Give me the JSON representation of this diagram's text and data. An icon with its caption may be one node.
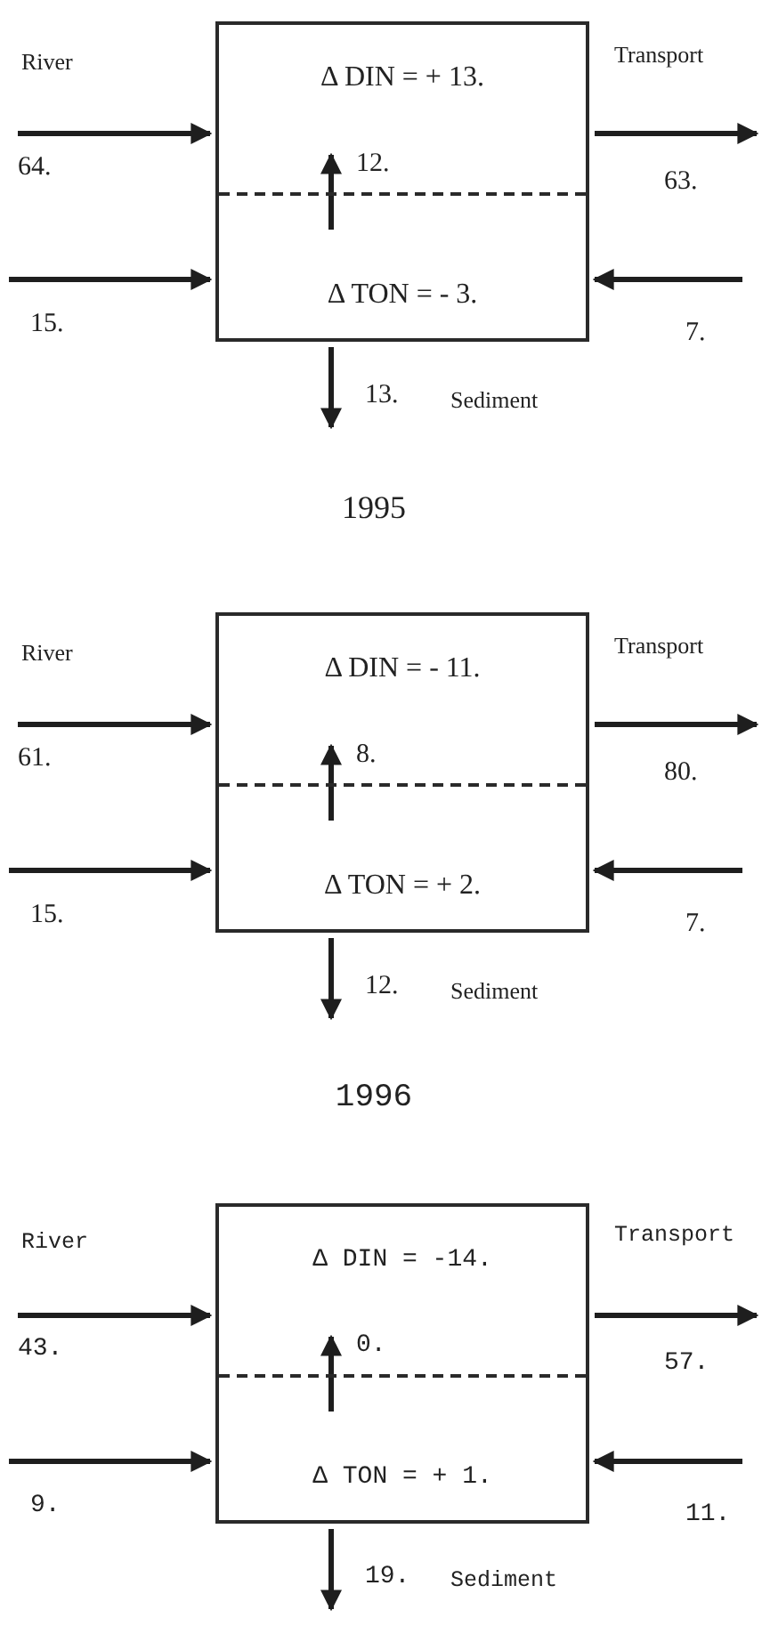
{
  "diagram": {
    "nodes": [
      {
        "text": [],
        "shape": "box"
      },
      {
        "text": [
          "Δ DIN = + 13."
        ],
        "in": 0
      },
      {
        "text": [
          "Δ TON = - 3."
        ],
        "in": 0
      },
      {
        "text": [],
        "shape": "box"
      },
      {
        "text": [
          "Δ DIN = - 11."
        ],
        "in": 3
      },
      {
        "text": [
          "Δ TON = + 2."
        ],
        "in": 3
      },
      {
        "text": [],
        "shape": "box"
      },
      {
        "text": [
          "Δ DIN = -14."
        ],
        "in": 6
      },
      {
        "text": [
          "Δ TON = + 1."
        ],
        "in": 6
      }
    ],
    "edges": [
      {
        "from": null,
        "to": 1,
        "arrow": "to",
        "label": "64."
      },
      {
        "from": null,
        "to": 2,
        "arrow": "to",
        "label": "15."
      },
      {
        "from": 1,
        "to": null,
        "arrow": "to",
        "label": "63."
      },
      {
        "from": null,
        "to": 2,
        "arrow": "to",
        "label": "7."
      },
      {
        "from": 2,
        "to": 1,
        "arrow": "to",
        "label": "12."
      },
      {
        "from": 2,
        "to": null,
        "arrow": "to",
        "label": "13."
      },
      {
        "from": null,
        "to": 4,
        "arrow": "to",
        "label": "61."
      },
      {
        "from": null,
        "to": 5,
        "arrow": "to",
        "label": "15."
      },
      {
        "from": 4,
        "to": null,
        "arrow": "to",
        "label": "80."
      },
      {
        "from": null,
        "to": 5,
        "arrow": "to",
        "label": "7."
      },
      {
        "from": 5,
        "to": 4,
        "arrow": "to",
        "label": "8."
      },
      {
        "from": 5,
        "to": null,
        "arrow": "to",
        "label": "12."
      },
      {
        "from": null,
        "to": 7,
        "arrow": "to",
        "label": "43."
      },
      {
        "from": null,
        "to": 8,
        "arrow": "to",
        "label": "9."
      },
      {
        "from": 7,
        "to": null,
        "arrow": "to",
        "label": "57."
      },
      {
        "from": null,
        "to": 8,
        "arrow": "to",
        "label": "11."
      },
      {
        "from": 8,
        "to": 7,
        "arrow": "to",
        "label": "0."
      },
      {
        "from": 8,
        "to": null,
        "arrow": "to",
        "label": "19."
      }
    ],
    "labels": [
      "River",
      "Transport",
      "Sediment",
      "1995",
      "River",
      "Transport",
      "Sediment",
      "1996",
      "River",
      "Transport",
      "Sediment"
    ]
  }
}
